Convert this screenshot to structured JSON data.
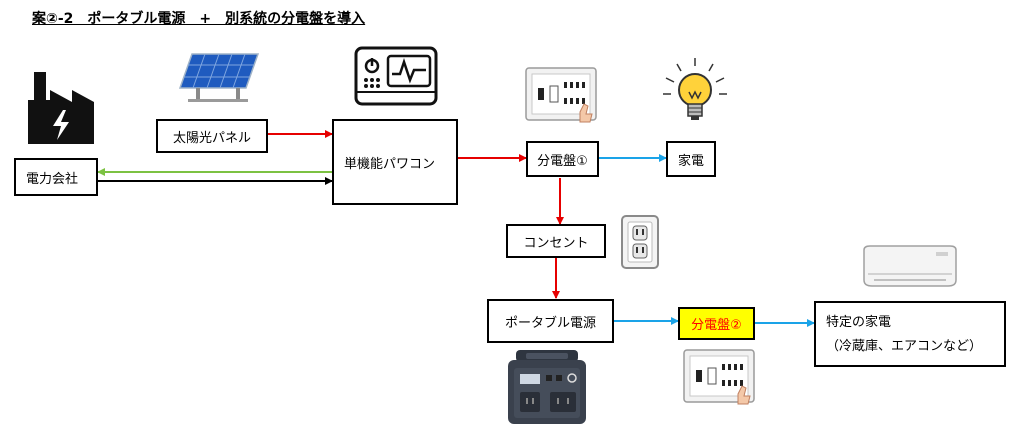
{
  "title": "案②-2　ポータブル電源　+　別系統の分電盤を導入",
  "nodes": {
    "solar_panel": "太陽光パネル",
    "power_company": "電力会社",
    "pcs": "単機能パワコン",
    "panel1": "分電盤①",
    "appliances": "家電",
    "outlet": "コンセント",
    "portable_power": "ポータブル電源",
    "panel2": "分電盤②",
    "specific_appliances_line1": "特定の家電",
    "specific_appliances_line2": "（冷蔵庫、エアコンなど）"
  },
  "colors": {
    "red": "#e60000",
    "blue": "#1aa3e8",
    "green": "#7cc242",
    "black": "#000000",
    "highlight": "#ffff00"
  },
  "icons": [
    "factory-icon",
    "solar-panel-icon",
    "power-conditioner-icon",
    "breaker-panel-icon",
    "light-bulb-icon",
    "wall-outlet-icon",
    "air-conditioner-icon",
    "portable-battery-icon",
    "breaker-panel-icon"
  ]
}
